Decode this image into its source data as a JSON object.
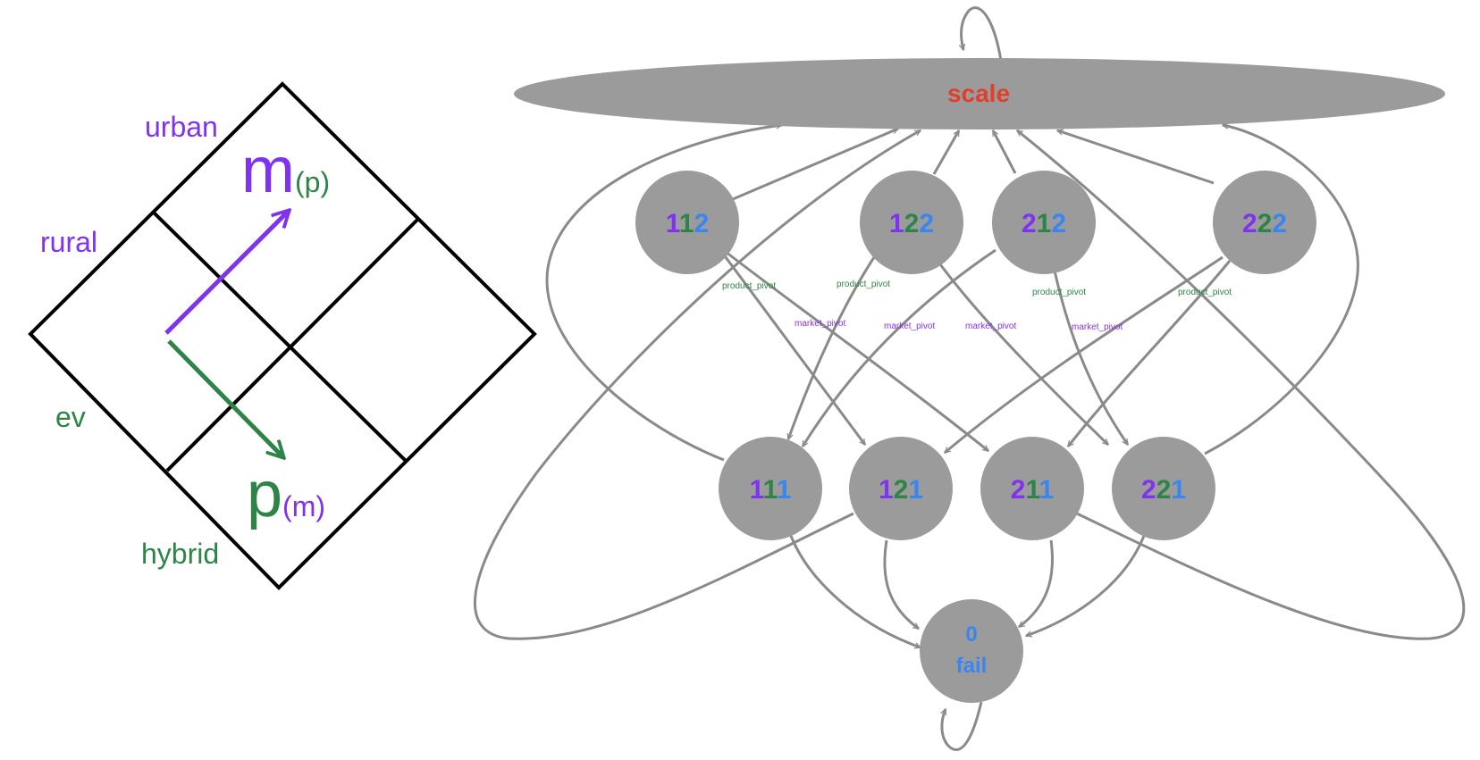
{
  "colors": {
    "purple": "#8033ee",
    "green": "#2e8447",
    "blue": "#3a86f0",
    "red": "#e0402a",
    "gray_node": "#9b9b9b",
    "gray_edge": "#8a8a8a",
    "black": "#000000"
  },
  "grid": {
    "label_urban": "urban",
    "label_rural": "rural",
    "label_ev": "ev",
    "label_hybrid": "hybrid",
    "m_main": "m",
    "m_sub": "(p)",
    "p_main": "p",
    "p_sub": "(m)"
  },
  "graph": {
    "scale_label": "scale",
    "fail_digit": "0",
    "fail_label": "fail",
    "nodes": [
      {
        "id": "112",
        "digits": [
          "1",
          "1",
          "2"
        ]
      },
      {
        "id": "122",
        "digits": [
          "1",
          "2",
          "2"
        ]
      },
      {
        "id": "212",
        "digits": [
          "2",
          "1",
          "2"
        ]
      },
      {
        "id": "222",
        "digits": [
          "2",
          "2",
          "2"
        ]
      },
      {
        "id": "111",
        "digits": [
          "1",
          "1",
          "1"
        ]
      },
      {
        "id": "121",
        "digits": [
          "1",
          "2",
          "1"
        ]
      },
      {
        "id": "211",
        "digits": [
          "2",
          "1",
          "1"
        ]
      },
      {
        "id": "221",
        "digits": [
          "2",
          "2",
          "1"
        ]
      }
    ],
    "edge_labels": {
      "pp1": "product_pivot",
      "pp2": "product_pivot",
      "pp3": "product_pivot",
      "pp4": "product_pivot",
      "mp1": "market_pivot",
      "mp2": "market_pivot",
      "mp3": "market_pivot",
      "mp4": "market_pivot"
    }
  }
}
